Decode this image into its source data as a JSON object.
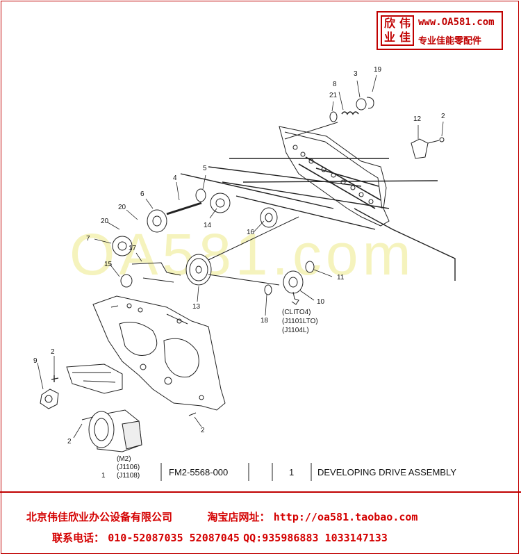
{
  "logo": {
    "chars": [
      "欣",
      "伟",
      "业",
      "佳"
    ],
    "url": "www.OA581.com",
    "tagline": "专业佳能零配件"
  },
  "watermark": "OA581.com",
  "callouts": {
    "c21": "21",
    "c8": "8",
    "c3": "3",
    "c19": "19",
    "c12": "12",
    "c2a": "2",
    "c4": "4",
    "c5": "5",
    "c6": "6",
    "c20a": "20",
    "c20b": "20",
    "c14": "14",
    "c16": "16",
    "c7": "7",
    "c17": "17",
    "c15": "15",
    "c13": "13",
    "c11": "11",
    "c18": "18",
    "c10": "10",
    "c9": "9",
    "c2b": "2",
    "c2c": "2",
    "c2d": "2",
    "c1": "1"
  },
  "connectors": {
    "clutch_line1": "(CLITO4)",
    "clutch_line2": "(J1101LTO)",
    "clutch_line3": "(J1104L)",
    "motor_line1": "(M2)",
    "motor_line2": "(J1106)",
    "motor_line3": "(J1108)"
  },
  "info": {
    "part_number": "FM2-5568-000",
    "qty": "1",
    "description": "DEVELOPING DRIVE ASSEMBLY"
  },
  "footer": {
    "company": "北京伟佳欣业办公设备有限公司",
    "shop_label": "淘宝店网址：",
    "shop_url": "http://oa581.taobao.com",
    "contact_label": "联系电话：",
    "phones": "010-52087035 52087045",
    "qq_label": "QQ:",
    "qq": "935986883 1033147133"
  },
  "colors": {
    "accent": "#c00000",
    "footer_text": "#d40000",
    "watermark": "#f2f0a8"
  }
}
